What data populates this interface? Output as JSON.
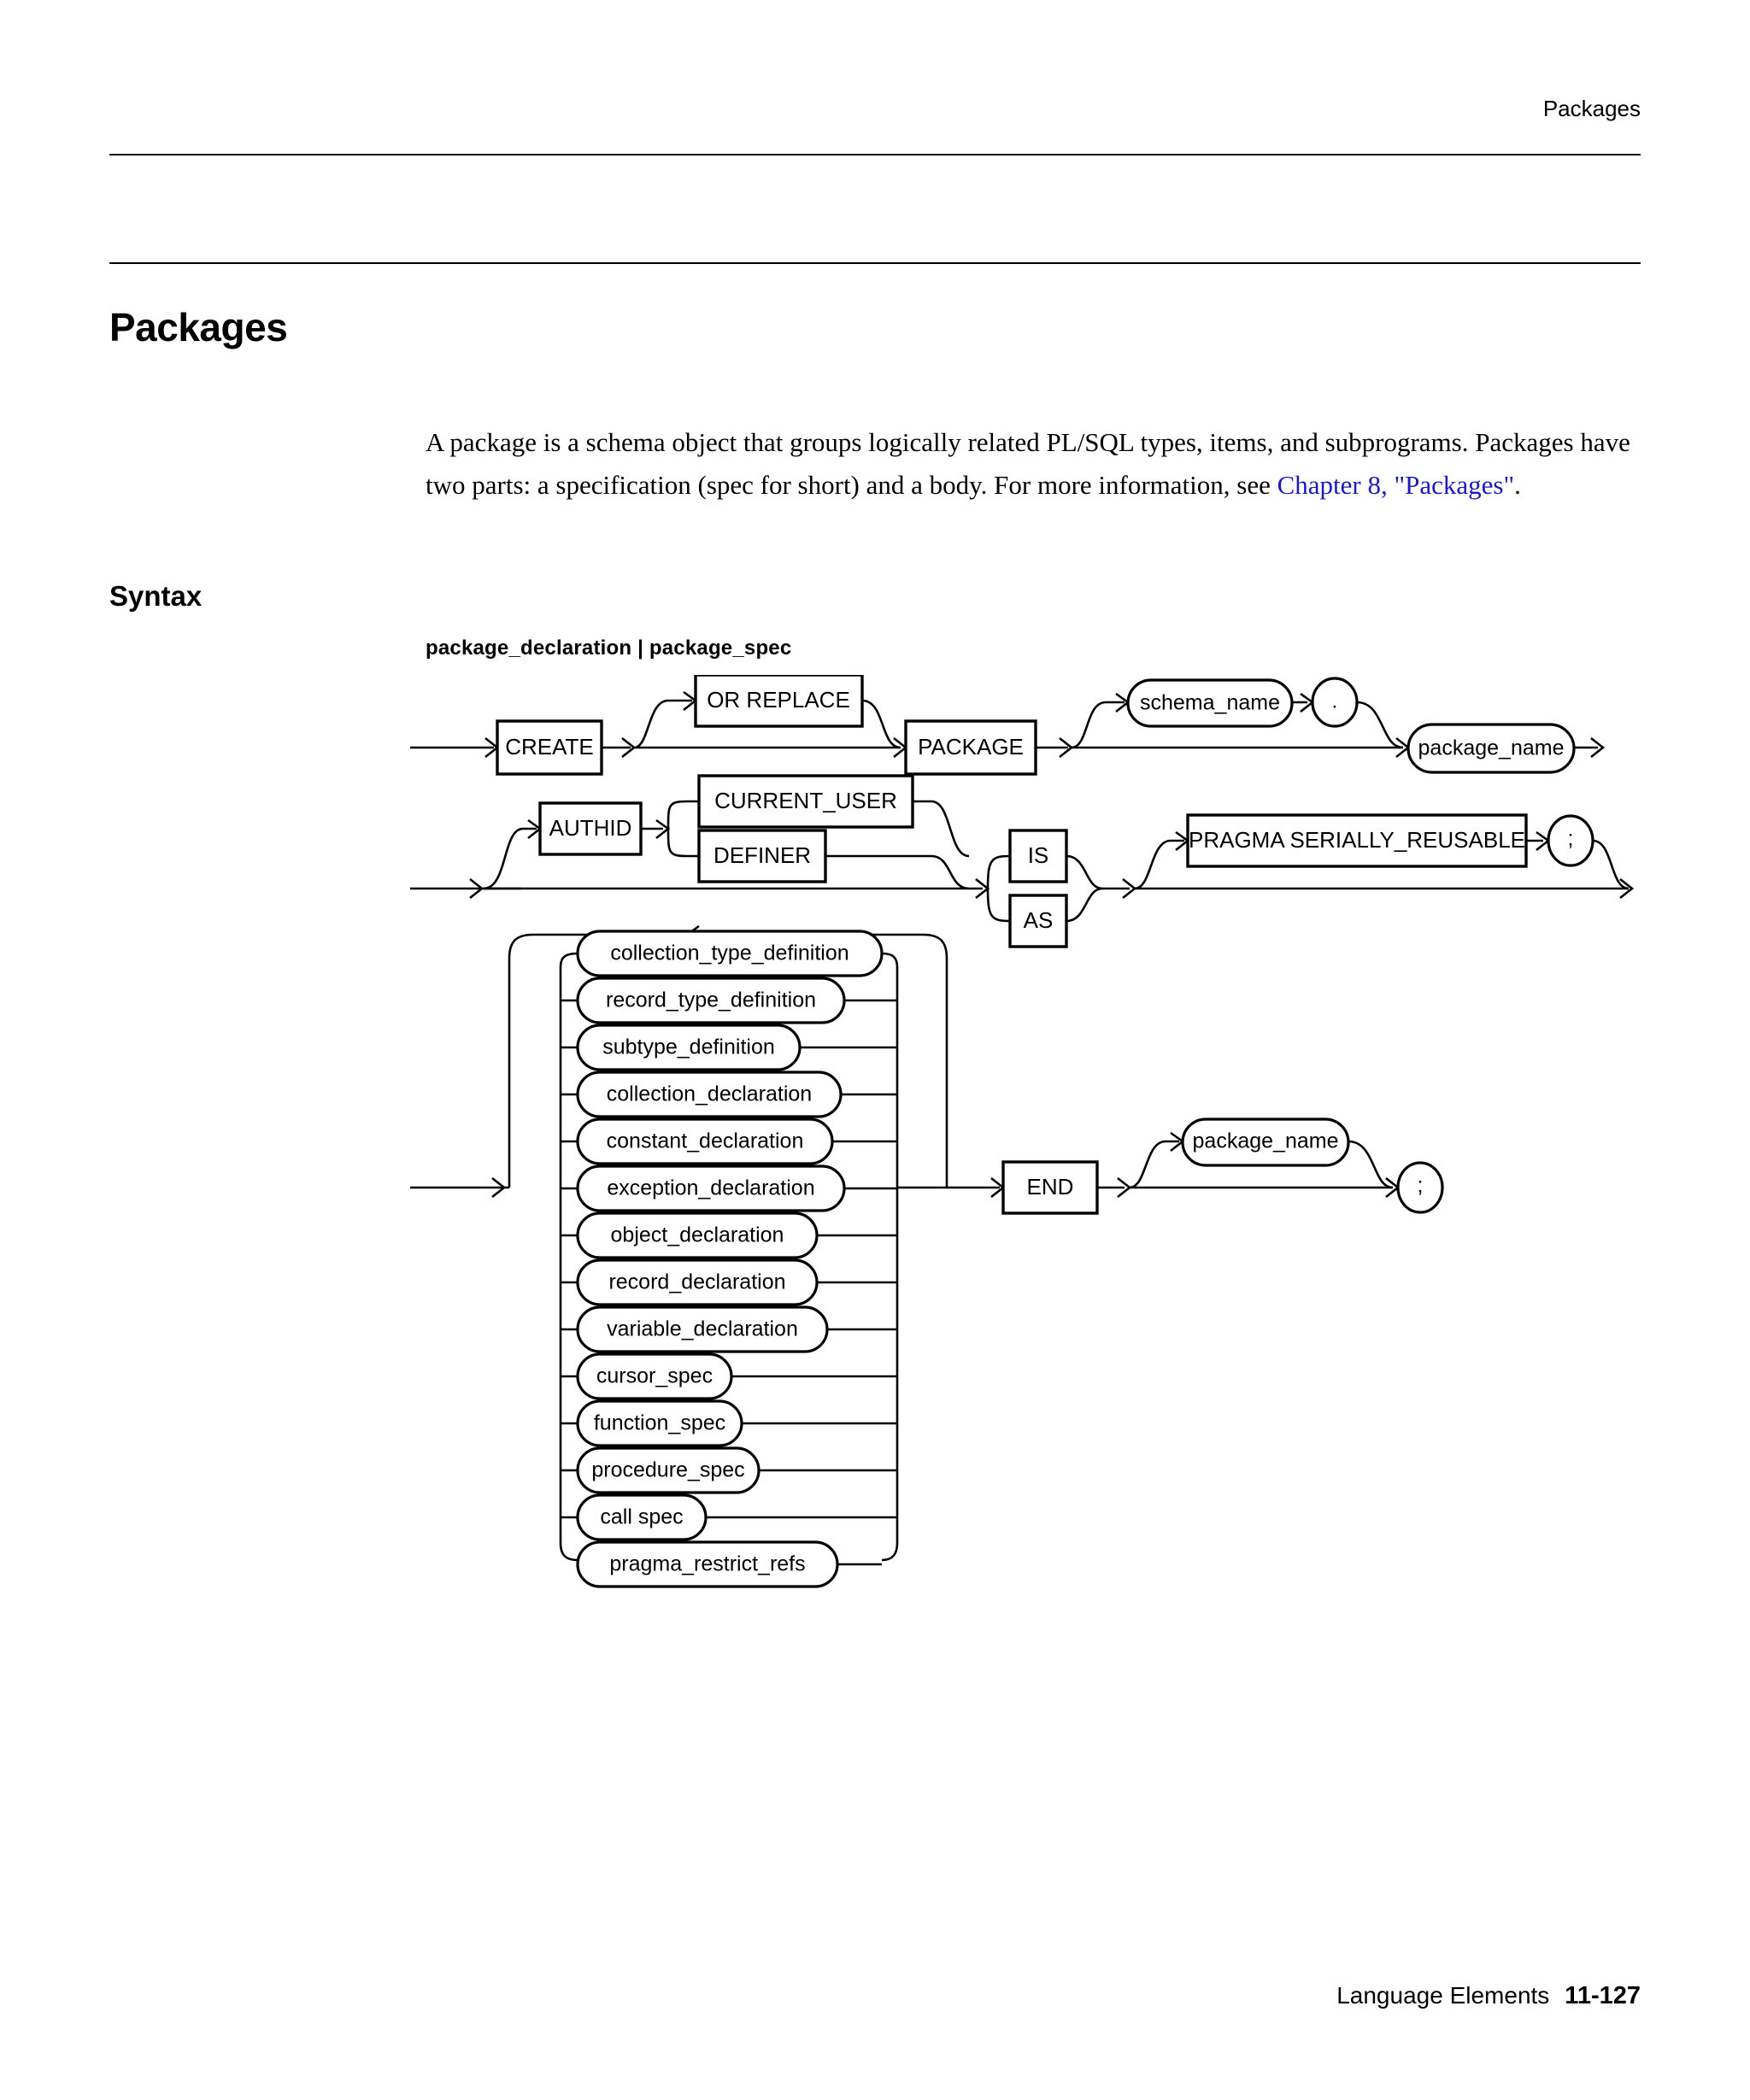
{
  "header": {
    "running_title": "Packages"
  },
  "page": {
    "title": "Packages"
  },
  "body": {
    "paragraph_part1": "A package is a schema object that groups logically related PL/SQL types, items, and subprograms. Packages have two parts: a specification (spec for short) and a body. For more information, see ",
    "link_text": "Chapter 8, \"Packages\"",
    "paragraph_part2": ".",
    "link_color": "#1b1bbd"
  },
  "syntax": {
    "heading": "Syntax",
    "diagram_caption": "package_declaration | package_spec"
  },
  "diagram": {
    "row1": {
      "create": "CREATE",
      "or_replace": "OR  REPLACE",
      "package": "PACKAGE",
      "schema_name": "schema_name",
      "dot": ".",
      "package_name": "package_name"
    },
    "row2": {
      "authid": "AUTHID",
      "current_user": "CURRENT_USER",
      "definer": "DEFINER",
      "is": "IS",
      "as": "AS",
      "pragma": "PRAGMA  SERIALLY_REUSABLE",
      "semicolon": ";"
    },
    "item_list": [
      "collection_type_definition",
      "record_type_definition",
      "subtype_definition",
      "collection_declaration",
      "constant_declaration",
      "exception_declaration",
      "object_declaration",
      "record_declaration",
      "variable_declaration",
      "cursor_spec",
      "function_spec",
      "procedure_spec",
      "call spec",
      "pragma_restrict_refs"
    ],
    "row3": {
      "end": "END",
      "package_name": "package_name",
      "semicolon": ";"
    }
  },
  "footer": {
    "book_section": "Language Elements",
    "page_number": "11-127"
  }
}
